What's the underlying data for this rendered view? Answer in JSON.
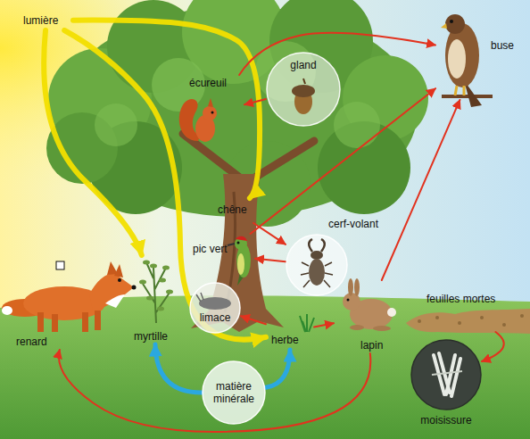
{
  "diagram": {
    "nodes": [
      {
        "text": [
          "lumière"
        ]
      },
      {
        "text": [
          "buse"
        ]
      },
      {
        "text": [
          "écureuil"
        ]
      },
      {
        "text": [
          "gland"
        ]
      },
      {
        "text": [
          "chêne"
        ]
      },
      {
        "text": [
          "cerf-volant"
        ]
      },
      {
        "text": [
          "pic vert"
        ]
      },
      {
        "text": [
          "limace"
        ]
      },
      {
        "text": [
          "renard"
        ]
      },
      {
        "text": [
          "myrtille"
        ]
      },
      {
        "text": [
          "herbe"
        ]
      },
      {
        "text": [
          "lapin"
        ]
      },
      {
        "text": [
          "feuilles mortes"
        ]
      },
      {
        "text": [
          "matière minérale"
        ]
      },
      {
        "text": [
          "moisissure"
        ]
      }
    ],
    "edges": [
      {
        "from": 0,
        "to": 4,
        "arrow": "to"
      },
      {
        "from": 0,
        "to": 9,
        "arrow": "to"
      },
      {
        "from": 0,
        "to": 10,
        "arrow": "to"
      },
      {
        "from": 3,
        "to": 2,
        "arrow": "to"
      },
      {
        "from": 2,
        "to": 1,
        "arrow": "to"
      },
      {
        "from": 4,
        "to": 5,
        "arrow": "to"
      },
      {
        "from": 5,
        "to": 6,
        "arrow": "to"
      },
      {
        "from": 6,
        "to": 1,
        "arrow": "to"
      },
      {
        "from": 10,
        "to": 7,
        "arrow": "to"
      },
      {
        "from": 10,
        "to": 11,
        "arrow": "to"
      },
      {
        "from": 11,
        "to": 1,
        "arrow": "to"
      },
      {
        "from": 11,
        "to": 8,
        "arrow": "to"
      },
      {
        "from": 12,
        "to": 14,
        "arrow": "to"
      },
      {
        "from": 13,
        "to": 9,
        "arrow": "to"
      },
      {
        "from": 13,
        "to": 10,
        "arrow": "to"
      }
    ]
  }
}
